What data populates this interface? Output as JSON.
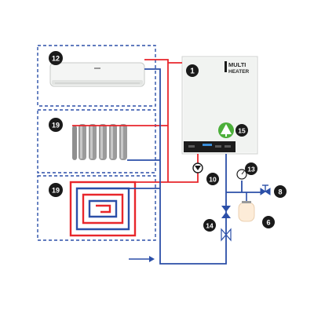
{
  "boiler": {
    "brand_line1": "MULTI",
    "brand_line2": "HEATER",
    "status_bar_color": "#3a8ed8",
    "logo_color": "#4caf3a"
  },
  "badges": {
    "boiler": "1",
    "air_conditioner": "12",
    "radiator": "19",
    "floor_heating": "19",
    "boiler_logo": "15",
    "check_valve": "10",
    "pressure_gauge": "13",
    "drain_valve": "8",
    "expansion_tank": "6",
    "safety_valve": "14"
  },
  "colors": {
    "supply": "#e8262b",
    "return": "#2b4fa8",
    "zone_border": "#2b4fa8",
    "badge": "#1a1a1a"
  }
}
